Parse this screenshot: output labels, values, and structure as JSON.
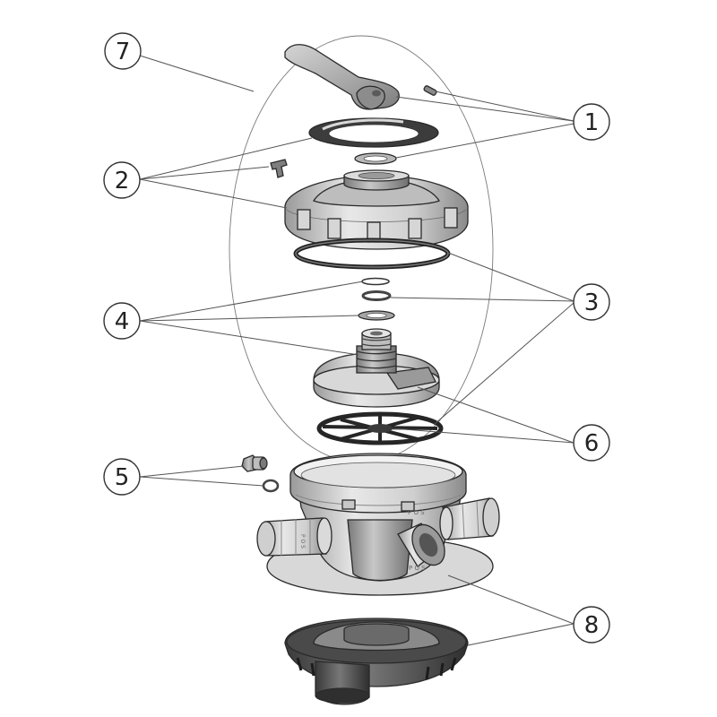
{
  "diagram": {
    "type": "exploded-parts-view",
    "callouts": [
      {
        "id": "c1",
        "label": "1"
      },
      {
        "id": "c2",
        "label": "2"
      },
      {
        "id": "c3",
        "label": "3"
      },
      {
        "id": "c4",
        "label": "4"
      },
      {
        "id": "c5",
        "label": "5"
      },
      {
        "id": "c6",
        "label": "6"
      },
      {
        "id": "c7",
        "label": "7"
      },
      {
        "id": "c8",
        "label": "8"
      }
    ],
    "stamped_marks": {
      "body_front": "P O S",
      "body_left": "P O S",
      "body_right": "P O S"
    }
  }
}
